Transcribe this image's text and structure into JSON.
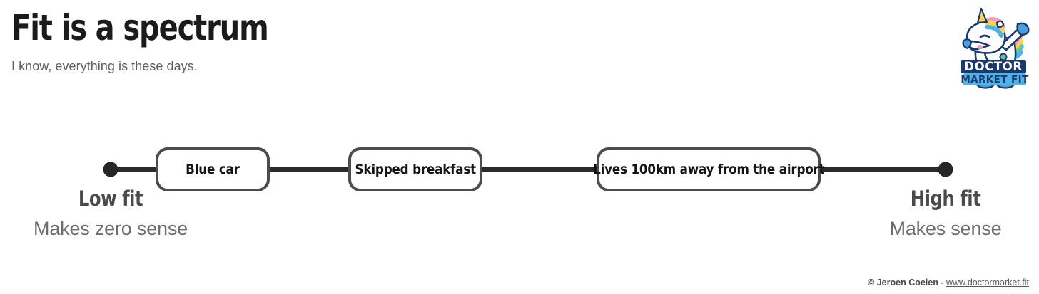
{
  "header": {
    "title": "Fit is a spectrum",
    "subtitle": "I know, everything is these days."
  },
  "logo": {
    "name": "doctor-market-fit-logo",
    "banner_top": "DOCTOR",
    "banner_bottom": "MARKET FIT",
    "banner_top_color": "#1b3a6b",
    "banner_bottom_color": "#4fb3e8"
  },
  "spectrum": {
    "line_color": "#2b2b2b",
    "node_border_color": "#4c4c4c",
    "node_fill_color": "#ffffff",
    "endpoint_color": "#262626",
    "nodes": [
      {
        "label": "Blue car"
      },
      {
        "label": "Skipped breakfast"
      },
      {
        "label": "Lives 100km away from the airport"
      }
    ],
    "low_end": {
      "title": "Low fit",
      "subtitle": "Makes zero sense"
    },
    "high_end": {
      "title": "High fit",
      "subtitle": "Makes sense"
    }
  },
  "footer": {
    "author": "© Jeroen Coelen",
    "separator": "-",
    "url": "www.doctormarket.fit"
  }
}
